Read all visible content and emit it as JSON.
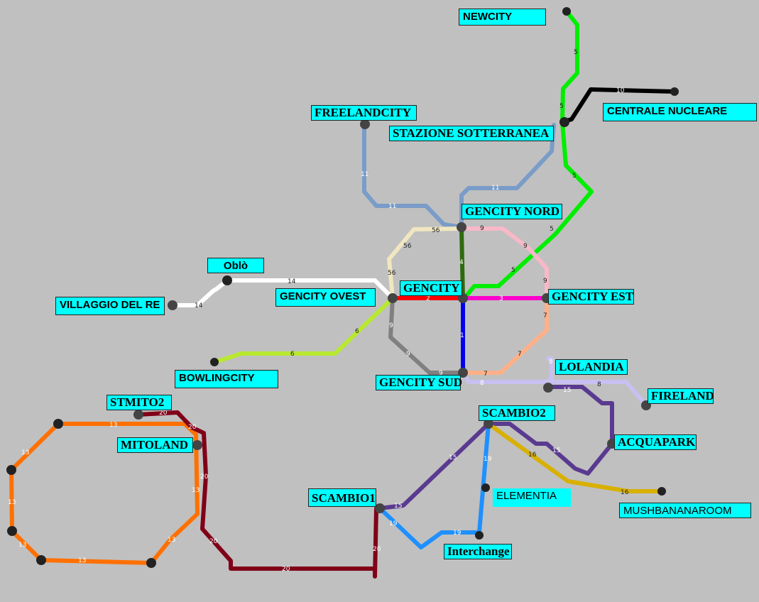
{
  "stations": {
    "newcity": "NEWCITY",
    "centrale_nucleare": "CENTRALE NUCLEARE",
    "freelandcity": "FREELANDCITY",
    "stazione_sotterranea": "STAZIONE SOTTERRANEA",
    "gencity_nord": "GENCITY NORD",
    "oblo": "Oblò",
    "villaggio_del_re": "VILLAGGIO DEL RE",
    "gencity_ovest": "GENCITY OVEST",
    "gencity": "GENCITY",
    "gencity_est": "GENCITY EST",
    "bowlingcity": "BOWLINGCITY",
    "gencity_sud": "GENCITY SUD",
    "lolandia": "LOLANDIA",
    "fireland": "FIRELAND",
    "stmito2": "STMITO2",
    "mitoland": "MITOLAND",
    "scambio2": "SCAMBIO2",
    "acquapark": "ACQUAPARK",
    "elementia": "ELEMENTIA",
    "scambio1": "SCAMBIO1",
    "mushbananaroom": "MUSHBANANAROOM",
    "interchange": "Interchange"
  },
  "lines": [
    {
      "id": "green",
      "color": "#00ee00",
      "number": "5"
    },
    {
      "id": "black",
      "color": "#000000",
      "number": "10"
    },
    {
      "id": "steel",
      "color": "#7a9cc8",
      "number": "11"
    },
    {
      "id": "beige",
      "color": "#f0e6c0",
      "number": "56"
    },
    {
      "id": "pink",
      "color": "#f8b8c8",
      "number": "9"
    },
    {
      "id": "darkgreen",
      "color": "#2e6b10",
      "number": "4"
    },
    {
      "id": "white",
      "color": "#ffffff",
      "number": "14"
    },
    {
      "id": "red",
      "color": "#ff0000",
      "number": "2"
    },
    {
      "id": "magenta",
      "color": "#ff00cc",
      "number": "3"
    },
    {
      "id": "blue",
      "color": "#0000ee",
      "number": "1"
    },
    {
      "id": "grey",
      "color": "#808080",
      "number": "9"
    },
    {
      "id": "peach",
      "color": "#ffb088",
      "number": "7"
    },
    {
      "id": "lime",
      "color": "#b8e830",
      "number": "6"
    },
    {
      "id": "lavender",
      "color": "#c8c0f0",
      "number": "8"
    },
    {
      "id": "purple",
      "color": "#5a3a90",
      "number": "15"
    },
    {
      "id": "orange",
      "color": "#ff7000",
      "number": "13"
    },
    {
      "id": "maroon",
      "color": "#800018",
      "number": "20"
    },
    {
      "id": "lightblue",
      "color": "#1e90ff",
      "number": "19"
    },
    {
      "id": "gold",
      "color": "#d8b000",
      "number": "16"
    }
  ]
}
